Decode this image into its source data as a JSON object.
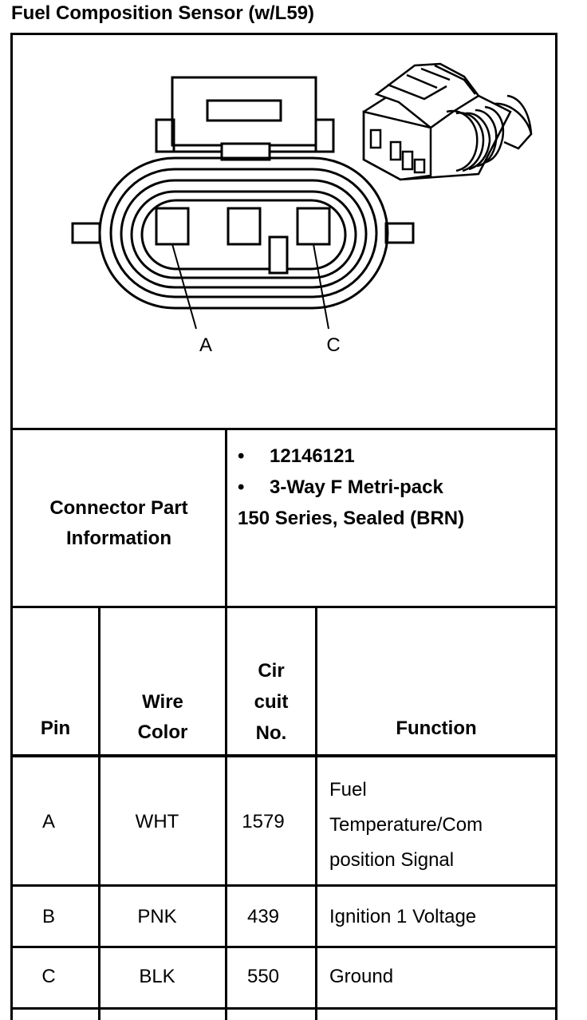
{
  "title": "Fuel Composition Sensor (w/L59)",
  "diagram": {
    "pin_labels": [
      "A",
      "C"
    ]
  },
  "connector": {
    "label_line1": "Connector Part",
    "label_line2": "Information",
    "part_number": "12146121",
    "type_line1": "3-Way F Metri-pack",
    "type_line2": "150 Series, Sealed (BRN)"
  },
  "table": {
    "headers": {
      "pin": "Pin",
      "wire_color_1": "Wire",
      "wire_color_2": "Color",
      "circuit_1": "Cir",
      "circuit_2": "cuit",
      "circuit_3": "No.",
      "function": "Function"
    },
    "rows": [
      {
        "pin": "A",
        "wire": "WHT",
        "circuit": "1579",
        "function_lines": [
          "Fuel",
          "Temperature/Com",
          "position Signal"
        ]
      },
      {
        "pin": "B",
        "wire": "PNK",
        "circuit": "439",
        "function_lines": [
          "Ignition 1 Voltage"
        ]
      },
      {
        "pin": "C",
        "wire": "BLK",
        "circuit": "550",
        "function_lines": [
          "Ground"
        ]
      }
    ]
  }
}
